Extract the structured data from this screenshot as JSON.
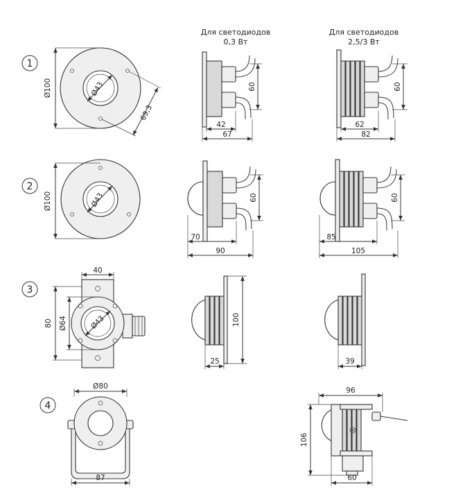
{
  "headers": {
    "col_low": [
      "Для светодиодов",
      "0,3 Вт"
    ],
    "col_high": [
      "Для светодиодов",
      "2,5/3 Вт"
    ]
  },
  "rows": [
    {
      "num": "1",
      "front": {
        "outer": "Ø100",
        "inner": "Ø43",
        "holes": "69,3"
      },
      "low": {
        "h": "60",
        "w1": "42",
        "w2": "67"
      },
      "high": {
        "h": "60",
        "w1": "62",
        "w2": "82"
      }
    },
    {
      "num": "2",
      "front": {
        "outer": "Ø100",
        "inner": "Ø43"
      },
      "low": {
        "h": "60",
        "w1": "70",
        "w2": "90"
      },
      "high": {
        "h": "60",
        "w1": "85",
        "w2": "105"
      }
    },
    {
      "num": "3",
      "front": {
        "top": "40",
        "height": "80",
        "ring": "Ø64",
        "inner": "Ø43"
      },
      "low": {
        "h": "100",
        "w1": "25"
      },
      "high": {
        "w1": "39"
      }
    },
    {
      "num": "4",
      "front": {
        "top": "Ø80",
        "bottom": "87"
      },
      "high": {
        "top": "96",
        "h": "106",
        "bottom": "60"
      }
    }
  ]
}
